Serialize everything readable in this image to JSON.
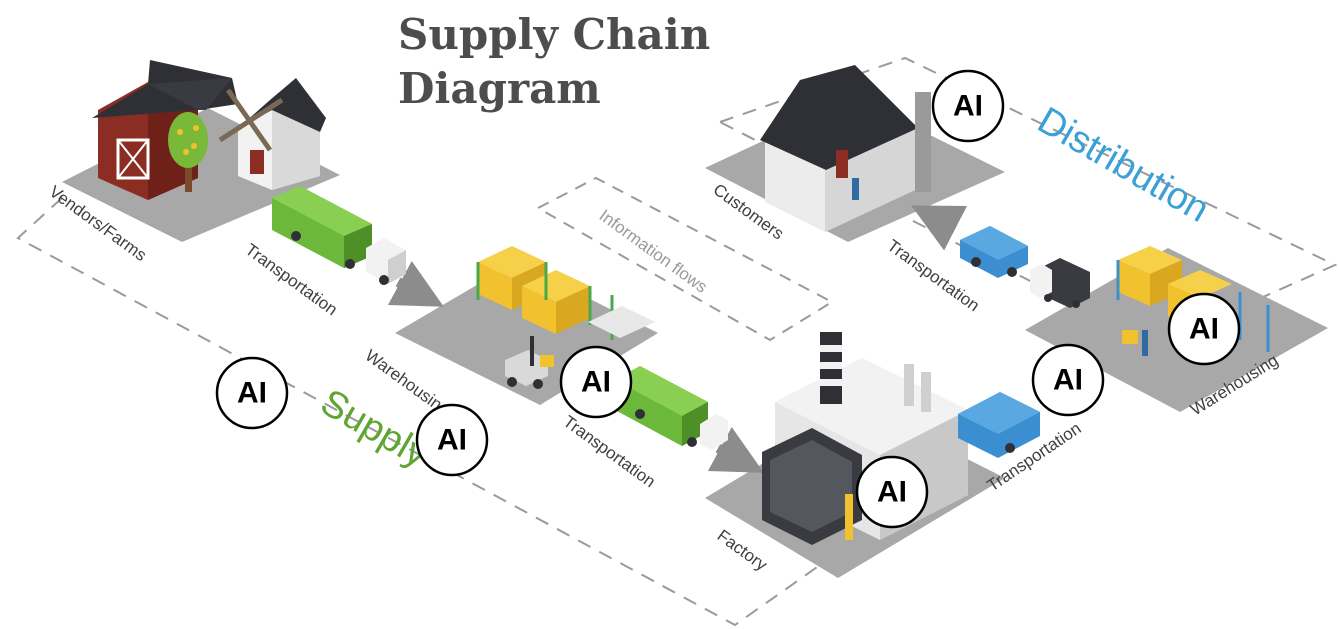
{
  "title": {
    "line1": "Supply Chain",
    "line2": "Diagram"
  },
  "regions": {
    "distribution": "Distribution",
    "supply": "Supply",
    "information_flows": "Information flows"
  },
  "stages": {
    "vendors": "Vendors/Farms",
    "transport_1": "Transportation",
    "warehousing_1": "Warehousing",
    "transport_2": "Transportation",
    "factory": "Factory",
    "transport_3": "Transportation",
    "warehousing_2": "Warehousing",
    "transport_4": "Transportation",
    "customers": "Customers"
  },
  "badge_label": "AI",
  "colors": {
    "platform": "#a8a8a8",
    "dashed_outline": "#9a9a9a",
    "distribution_text": "#3aa0d6",
    "supply_text": "#5ea531",
    "title_text": "#4d4d4d",
    "green_container": "#6cb83a",
    "blue_container": "#3b8fd0",
    "box_yellow": "#f2c12e",
    "rack_green": "#4aa84a",
    "barn_red": "#8b2d22",
    "roof_dark": "#2f3036"
  }
}
